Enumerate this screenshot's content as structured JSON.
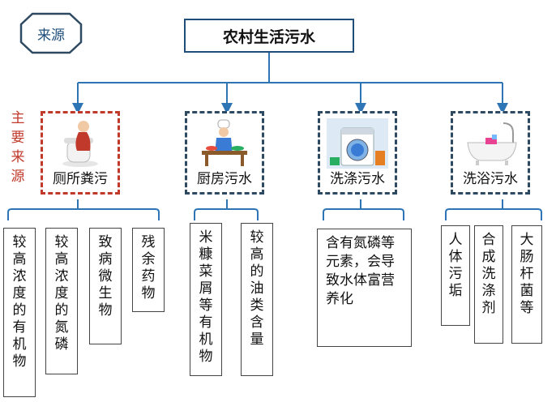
{
  "badge": {
    "label": "来源"
  },
  "title": "农村生活污水",
  "side_label": [
    "主",
    "要",
    "来",
    "源"
  ],
  "sources": [
    {
      "name": "厕所粪污",
      "icon": "toilet-person-icon",
      "main": true,
      "details": [
        "较高浓度的有机物",
        "较高浓度的氮磷",
        "致病微生物",
        "残余药物"
      ]
    },
    {
      "name": "厨房污水",
      "icon": "cook-icon",
      "main": false,
      "details": [
        "米糠菜屑等有机物",
        "较高的油类含量"
      ]
    },
    {
      "name": "洗涤污水",
      "icon": "washing-machine-icon",
      "main": false,
      "details": [
        "含有氮磷等元素，会导致水体富营养化"
      ]
    },
    {
      "name": "洗浴污水",
      "icon": "bathtub-icon",
      "main": false,
      "details": [
        "人体污垢",
        "合成洗涤剂",
        "大肠杆菌等"
      ]
    }
  ],
  "colors": {
    "main_border": "#c0392b",
    "border": "#2e4a62",
    "connector": "#2e75b6",
    "title_border": "#1f4e79"
  }
}
